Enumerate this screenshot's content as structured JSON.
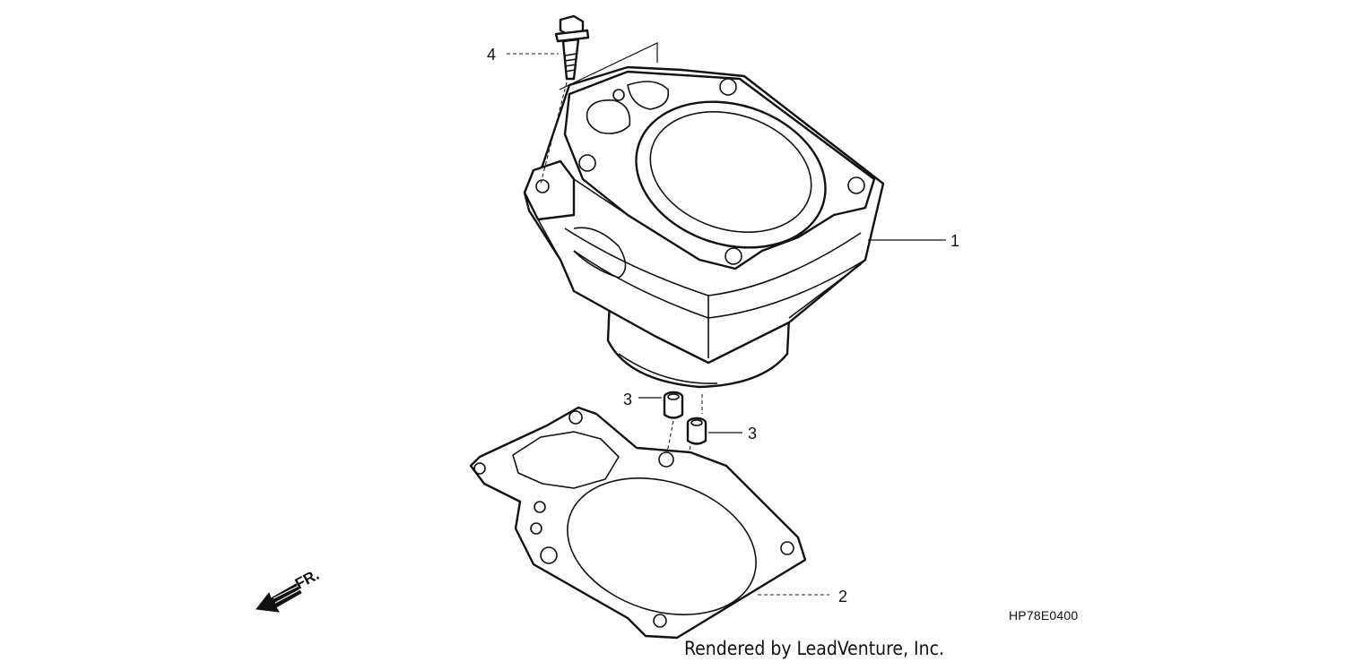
{
  "callouts": {
    "cylinder": "1",
    "gasket": "2",
    "dowel_left": "3",
    "dowel_right": "3",
    "bolt": "4"
  },
  "direction_label": "FR.",
  "diagram_code": "HP78E0400",
  "credit": "Rendered by LeadVenture, Inc."
}
